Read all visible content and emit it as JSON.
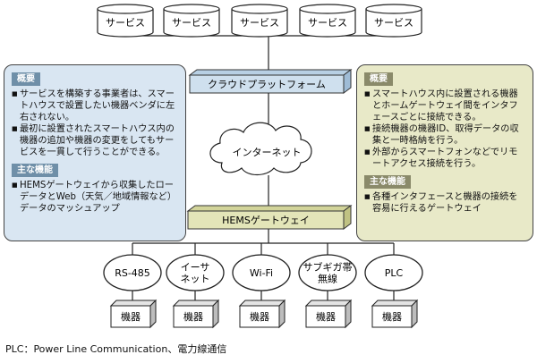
{
  "services": [
    "サービス",
    "サービス",
    "サービス",
    "サービス",
    "サービス"
  ],
  "cloud_platform": "クラウドプラットフォーム",
  "internet": "インターネット",
  "hems_gateway": "HEMSゲートウェイ",
  "interfaces": [
    "RS-485",
    "イーサ\nネット",
    "Wi-Fi",
    "サブギガ帯\n無線",
    "PLC"
  ],
  "devices": [
    "機器",
    "機器",
    "機器",
    "機器",
    "機器"
  ],
  "left_panel": {
    "overview_title": "概要",
    "overview_items": [
      "サービスを構築する事業者は、スマートハウスで設置したい機器ベンダに左右されない。",
      "最初に設置されたスマートハウス内の機器の追加や機器の変更をしてもサービスを一貫して行うことができる。"
    ],
    "function_title": "主な機能",
    "function_items": [
      "HEMSゲートウェイから収集したローデータとWeb（天気／地域情報など）データのマッシュアップ"
    ]
  },
  "right_panel": {
    "overview_title": "概要",
    "overview_items": [
      "スマートハウス内に設置される機器とホームゲートウェイ間をインタフェースごとに接続できる。",
      "接続機器の機器ID、取得データの収集と一時格納を行う。",
      "外部からスマートフォンなどでリモートアクセス接続を行う。"
    ],
    "function_title": "主な機能",
    "function_items": [
      "各種インタフェースと機器の接続を容易に行えるゲートウェイ"
    ]
  },
  "caption": "PLC：Power Line Communication、電力線通信",
  "colors": {
    "cloud_bar": "#cfe0ee",
    "gateway_bar": "#e3e5b8",
    "left_panel": "#d9e6f2",
    "right_panel": "#e8e9c8"
  }
}
